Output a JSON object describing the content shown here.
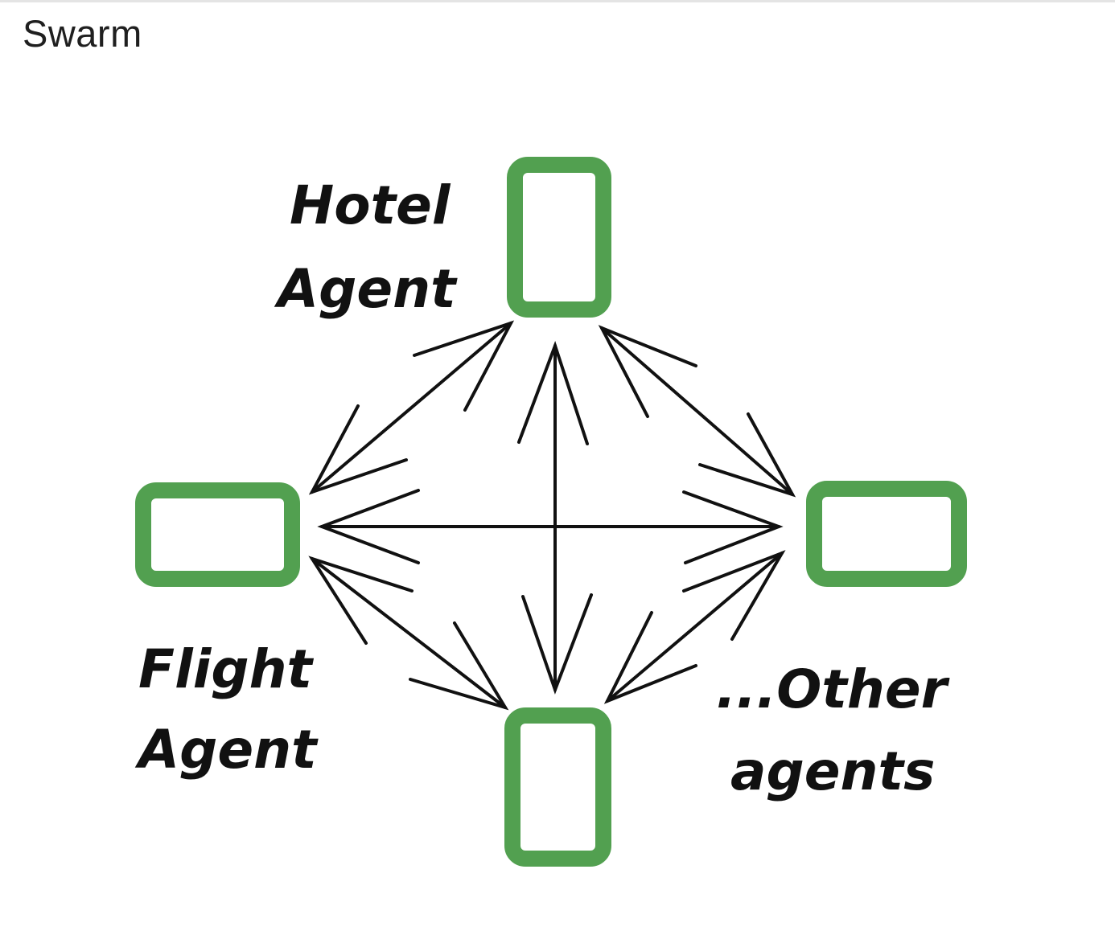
{
  "header": {
    "title": "Swarm"
  },
  "diagram": {
    "node_color": "#52a050",
    "edge_color": "#111111",
    "nodes": {
      "hotel": {
        "label_line1": "Hotel",
        "label_line2": "Agent"
      },
      "flight": {
        "label_line1": "Flight",
        "label_line2": "Agent"
      },
      "other": {
        "label_line1": "...Other",
        "label_line2": "agents"
      },
      "bottom": {}
    }
  }
}
